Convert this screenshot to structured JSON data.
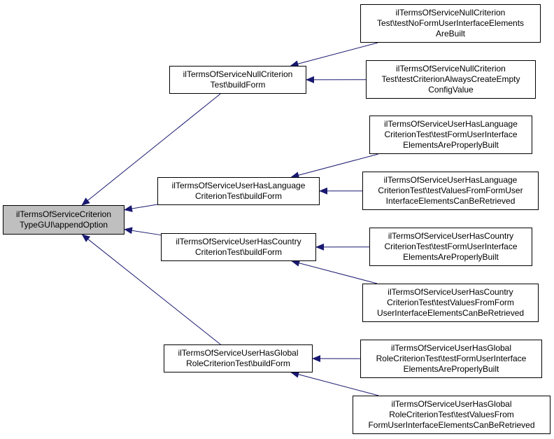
{
  "root": {
    "id": "root",
    "label": "ilTermsOfServiceCriterion\nTypeGUI\\appendOption"
  },
  "callers": [
    {
      "id": "m1",
      "label": "ilTermsOfServiceNullCriterion\nTest\\buildForm"
    },
    {
      "id": "m2",
      "label": "ilTermsOfServiceUserHasLanguage\nCriterionTest\\buildForm"
    },
    {
      "id": "m3",
      "label": "ilTermsOfServiceUserHasCountry\nCriterionTest\\buildForm"
    },
    {
      "id": "m4",
      "label": "ilTermsOfServiceUserHasGlobal\nRoleCriterionTest\\buildForm"
    }
  ],
  "tests": [
    {
      "id": "r1",
      "label": "ilTermsOfServiceNullCriterion\nTest\\testNoFormUserInterfaceElements\nAreBuilt"
    },
    {
      "id": "r2",
      "label": "ilTermsOfServiceNullCriterion\nTest\\testCriterionAlwaysCreateEmpty\nConfigValue"
    },
    {
      "id": "r3",
      "label": "ilTermsOfServiceUserHasLanguage\nCriterionTest\\testFormUserInterface\nElementsAreProperlyBuilt"
    },
    {
      "id": "r4",
      "label": "ilTermsOfServiceUserHasLanguage\nCriterionTest\\testValuesFromFormUser\nInterfaceElementsCanBeRetrieved"
    },
    {
      "id": "r5",
      "label": "ilTermsOfServiceUserHasCountry\nCriterionTest\\testFormUserInterface\nElementsAreProperlyBuilt"
    },
    {
      "id": "r6",
      "label": "ilTermsOfServiceUserHasCountry\nCriterionTest\\testValuesFromForm\nUserInterfaceElementsCanBeRetrieved"
    },
    {
      "id": "r7",
      "label": "ilTermsOfServiceUserHasGlobal\nRoleCriterionTest\\testFormUserInterface\nElementsAreProperlyBuilt"
    },
    {
      "id": "r8",
      "label": "ilTermsOfServiceUserHasGlobal\nRoleCriterionTest\\testValuesFrom\nFormUserInterfaceElementsCanBeRetrieved"
    }
  ],
  "edges": [
    {
      "from": "m1",
      "to": "root"
    },
    {
      "from": "m2",
      "to": "root"
    },
    {
      "from": "m3",
      "to": "root"
    },
    {
      "from": "m4",
      "to": "root"
    },
    {
      "from": "r1",
      "to": "m1"
    },
    {
      "from": "r2",
      "to": "m1"
    },
    {
      "from": "r3",
      "to": "m2"
    },
    {
      "from": "r4",
      "to": "m2"
    },
    {
      "from": "r5",
      "to": "m3"
    },
    {
      "from": "r6",
      "to": "m3"
    },
    {
      "from": "r7",
      "to": "m4"
    },
    {
      "from": "r8",
      "to": "m4"
    }
  ],
  "colors": {
    "edge": "#191970",
    "root_fill": "#bfbfbf",
    "node_fill": "#ffffff",
    "border": "#000000"
  }
}
